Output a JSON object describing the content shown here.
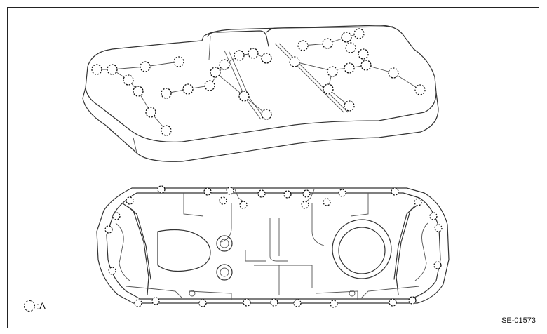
{
  "legend": {
    "symbol": "clip-circle",
    "label": ":A"
  },
  "figure_code": "SE-01573",
  "colors": {
    "line": "#333333",
    "background": "#ffffff"
  }
}
